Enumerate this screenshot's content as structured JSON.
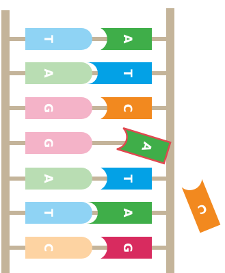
{
  "colors": {
    "rail": "#c4b49a",
    "T": "#8fd3f4",
    "A": "#b9ddb3",
    "G": "#f4b3c8",
    "C": "#fdd3a2",
    "right_T": "#03a1e6",
    "right_A": "#3fae49",
    "right_C": "#f2891f",
    "right_G": "#d82b5f",
    "loose_outline": "#e0484f"
  },
  "pairs": [
    {
      "left": "T",
      "right": "A"
    },
    {
      "left": "A",
      "right": "T"
    },
    {
      "left": "G",
      "right": "C"
    },
    {
      "left": "G",
      "right": null
    },
    {
      "left": "A",
      "right": "T"
    },
    {
      "left": "T",
      "right": "A"
    },
    {
      "left": "C",
      "right": "G"
    }
  ],
  "loose_pieces": [
    {
      "letter": "A",
      "fill_key": "right_A",
      "outline": true
    },
    {
      "letter": "C",
      "fill_key": "right_C",
      "outline": false
    }
  ]
}
